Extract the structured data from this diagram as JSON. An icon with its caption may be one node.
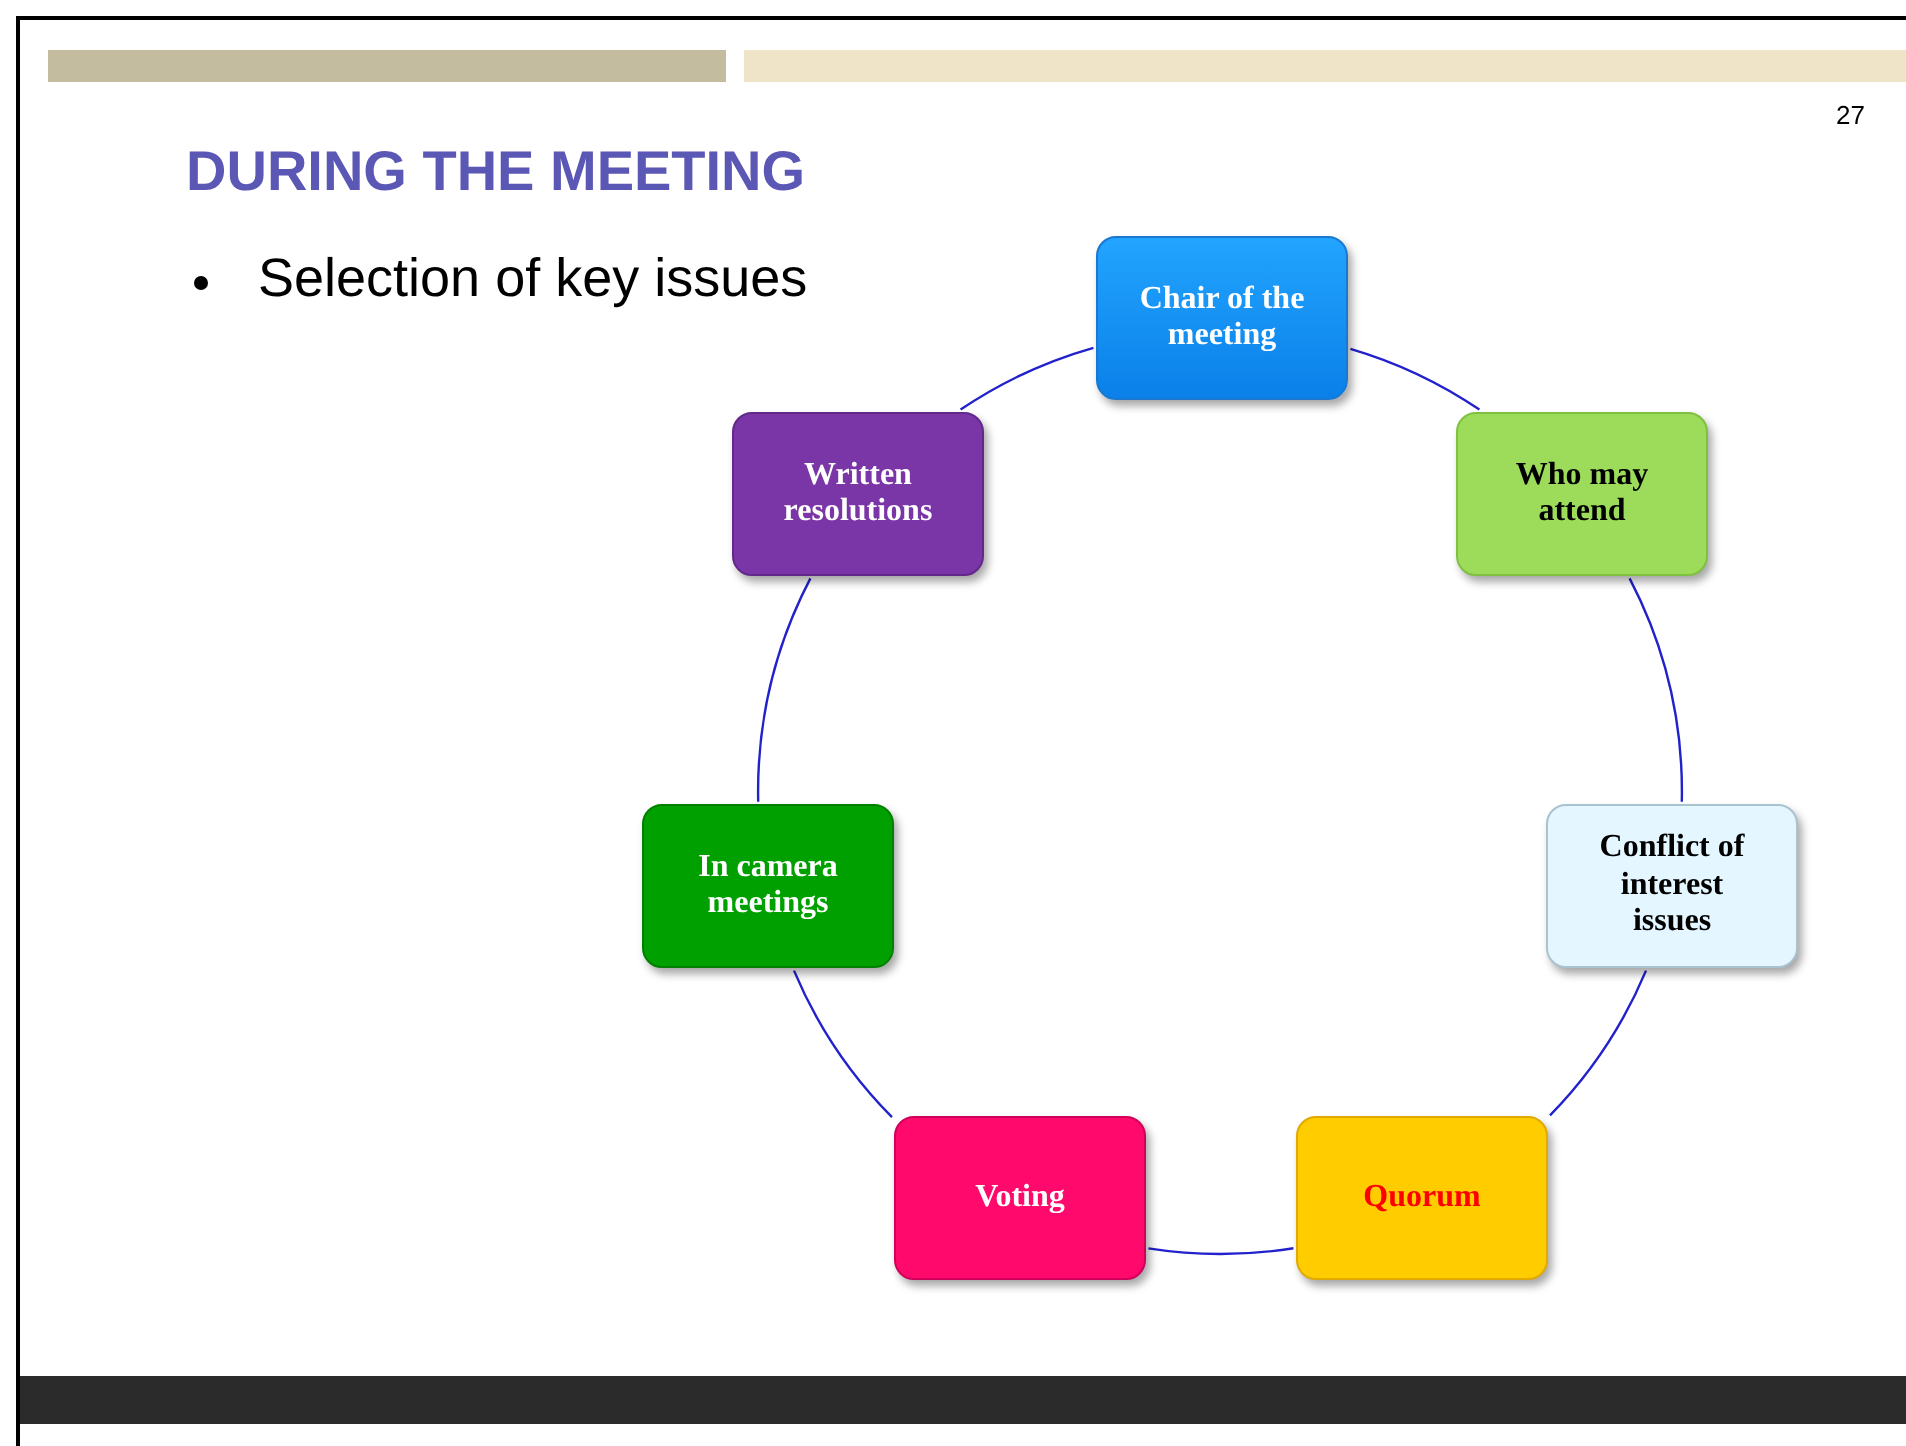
{
  "diagram": {
    "title": "DURING THE MEETING",
    "nodes": [
      {
        "text": [
          "Chair of the meeting"
        ]
      },
      {
        "text": [
          "Who may attend"
        ]
      },
      {
        "text": [
          "Conflict of interest issues"
        ]
      },
      {
        "text": [
          "Quorum"
        ]
      },
      {
        "text": [
          "Voting"
        ]
      },
      {
        "text": [
          "In camera meetings"
        ]
      },
      {
        "text": [
          "Written resolutions"
        ]
      }
    ],
    "edges": [
      {
        "from": 0,
        "to": 1,
        "arrow": "none"
      },
      {
        "from": 1,
        "to": 2,
        "arrow": "none"
      },
      {
        "from": 2,
        "to": 3,
        "arrow": "none"
      },
      {
        "from": 3,
        "to": 4,
        "arrow": "none"
      },
      {
        "from": 4,
        "to": 5,
        "arrow": "none"
      },
      {
        "from": 5,
        "to": 6,
        "arrow": "none"
      },
      {
        "from": 6,
        "to": 0,
        "arrow": "none"
      }
    ],
    "labels": [
      "27",
      "Selection of key issues"
    ]
  }
}
